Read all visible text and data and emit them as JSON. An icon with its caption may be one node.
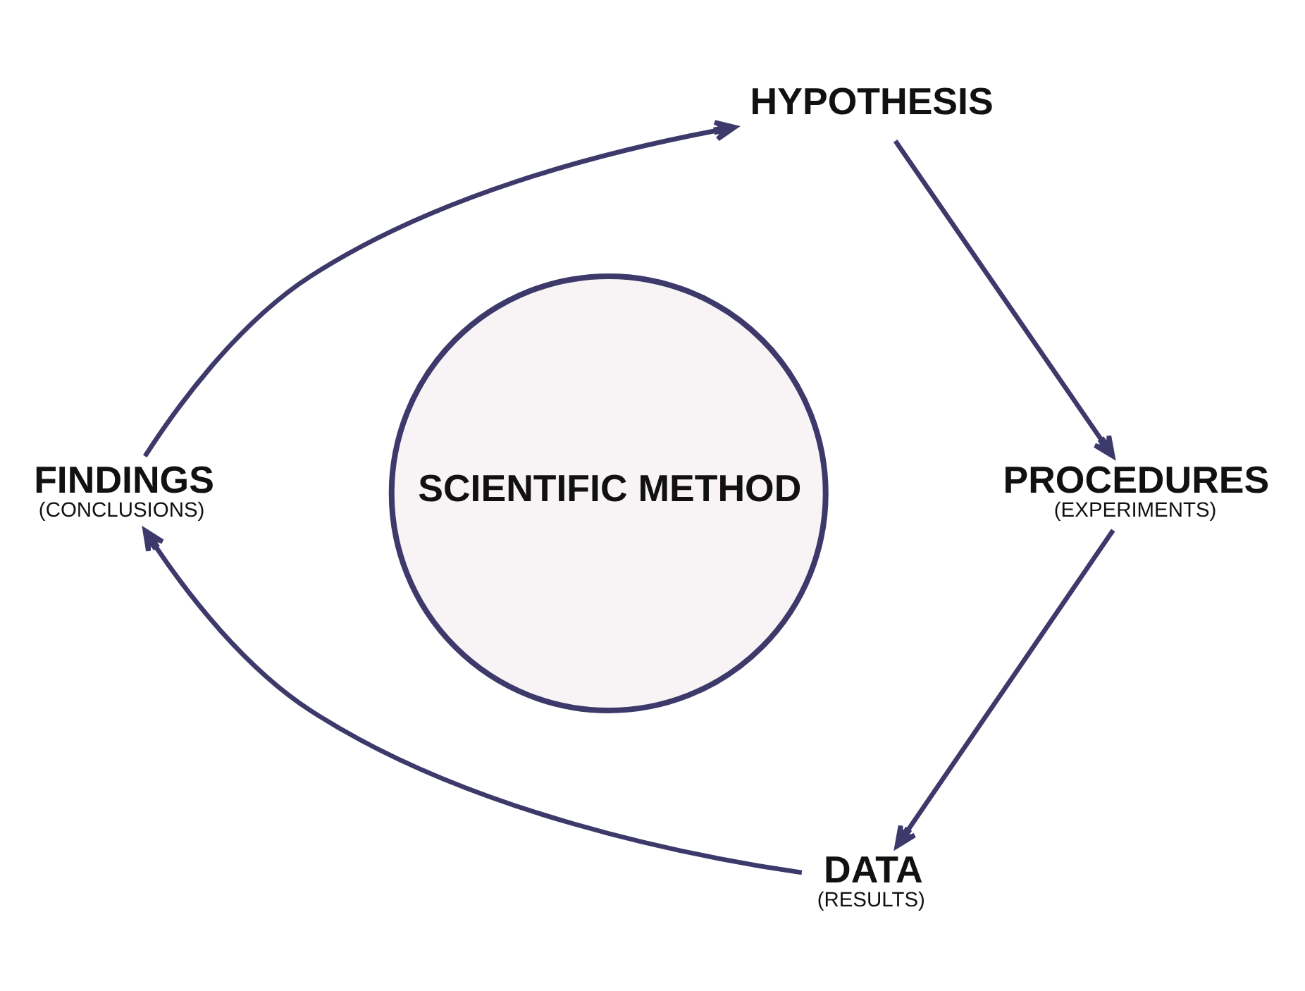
{
  "diagram": {
    "nodes": [
      {
        "text": [
          "HYPOTHESIS"
        ]
      },
      {
        "text": [
          "FINDINGS",
          "(CONCLUSIONS)"
        ]
      },
      {
        "text": [
          "SCIENTIFIC METHOD"
        ]
      },
      {
        "text": [
          "PROCEDURES",
          "(EXPERIMENTS)"
        ]
      },
      {
        "text": [
          "DATA",
          "(RESULTS)"
        ]
      }
    ],
    "edges": [
      {
        "from": 0,
        "to": 3,
        "arrow": "to"
      },
      {
        "from": 3,
        "to": 4,
        "arrow": "to"
      },
      {
        "from": 4,
        "to": 1,
        "arrow": "to"
      },
      {
        "from": 1,
        "to": 0,
        "arrow": "to"
      }
    ]
  }
}
